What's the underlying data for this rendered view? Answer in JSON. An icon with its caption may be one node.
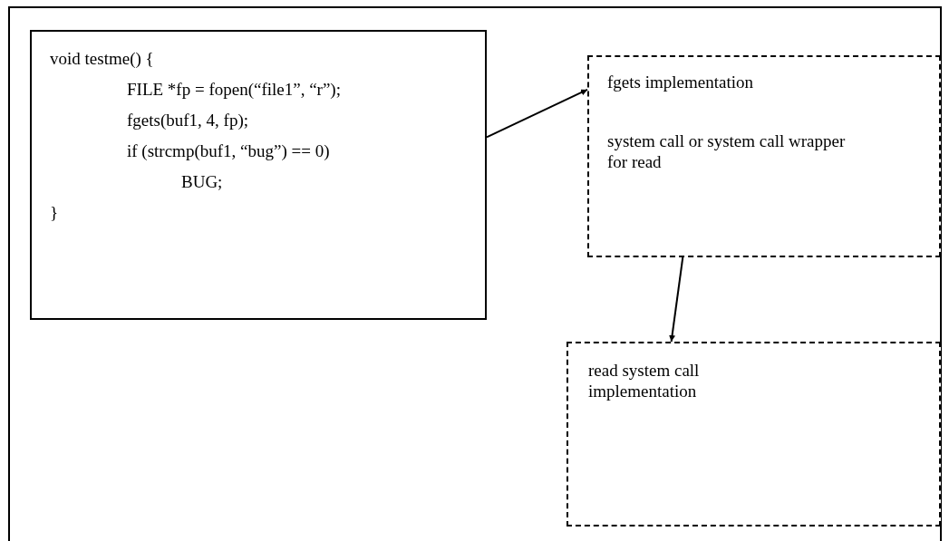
{
  "diagram": {
    "nodes": [
      {
        "text": [
          "void testme() {",
          "FILE *fp = fopen(“file1”, “r”);",
          "fgets(buf1, 4, fp);",
          "if (strcmp(buf1, “bug”) == 0)",
          "BUG;",
          "}"
        ]
      },
      {
        "text": [
          "fgets implementation",
          "system call or system call wrapper for read"
        ]
      },
      {
        "text": [
          "read system call implementation"
        ]
      }
    ],
    "edges": [
      {
        "from": 0,
        "to": 1,
        "arrow": "to"
      },
      {
        "from": 1,
        "to": 2,
        "arrow": "to"
      }
    ]
  }
}
